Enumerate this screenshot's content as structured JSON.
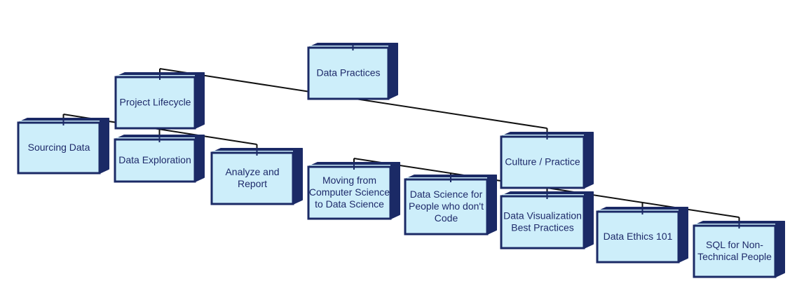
{
  "diagram": {
    "type": "hierarchy",
    "colors": {
      "box_fill": "#cdeefa",
      "box_border": "#1b2a66",
      "text": "#1e2a6a",
      "connector": "#111111"
    },
    "root": {
      "id": "data-practices",
      "lines": [
        "Data Practices"
      ]
    },
    "branches": [
      {
        "id": "project-lifecycle",
        "lines": [
          "Project Lifecycle"
        ],
        "children": [
          {
            "id": "sourcing-data",
            "lines": [
              "Sourcing Data"
            ]
          },
          {
            "id": "data-exploration",
            "lines": [
              "Data Exploration"
            ]
          },
          {
            "id": "analyze-and-report",
            "lines": [
              "Analyze and",
              "Report"
            ]
          }
        ]
      },
      {
        "id": "culture-practice",
        "lines": [
          "Culture / Practice"
        ],
        "children": [
          {
            "id": "moving-cs-to-ds",
            "lines": [
              "Moving from",
              "Computer Science",
              "to Data Science"
            ]
          },
          {
            "id": "ds-for-non-coders",
            "lines": [
              "Data Science for",
              "People who don't",
              "Code"
            ]
          },
          {
            "id": "data-viz-best-practices",
            "lines": [
              "Data Visualization",
              "Best Practices"
            ]
          },
          {
            "id": "data-ethics-101",
            "lines": [
              "Data Ethics 101"
            ]
          },
          {
            "id": "sql-non-technical",
            "lines": [
              "SQL for Non-",
              "Technical People"
            ]
          }
        ]
      }
    ]
  }
}
